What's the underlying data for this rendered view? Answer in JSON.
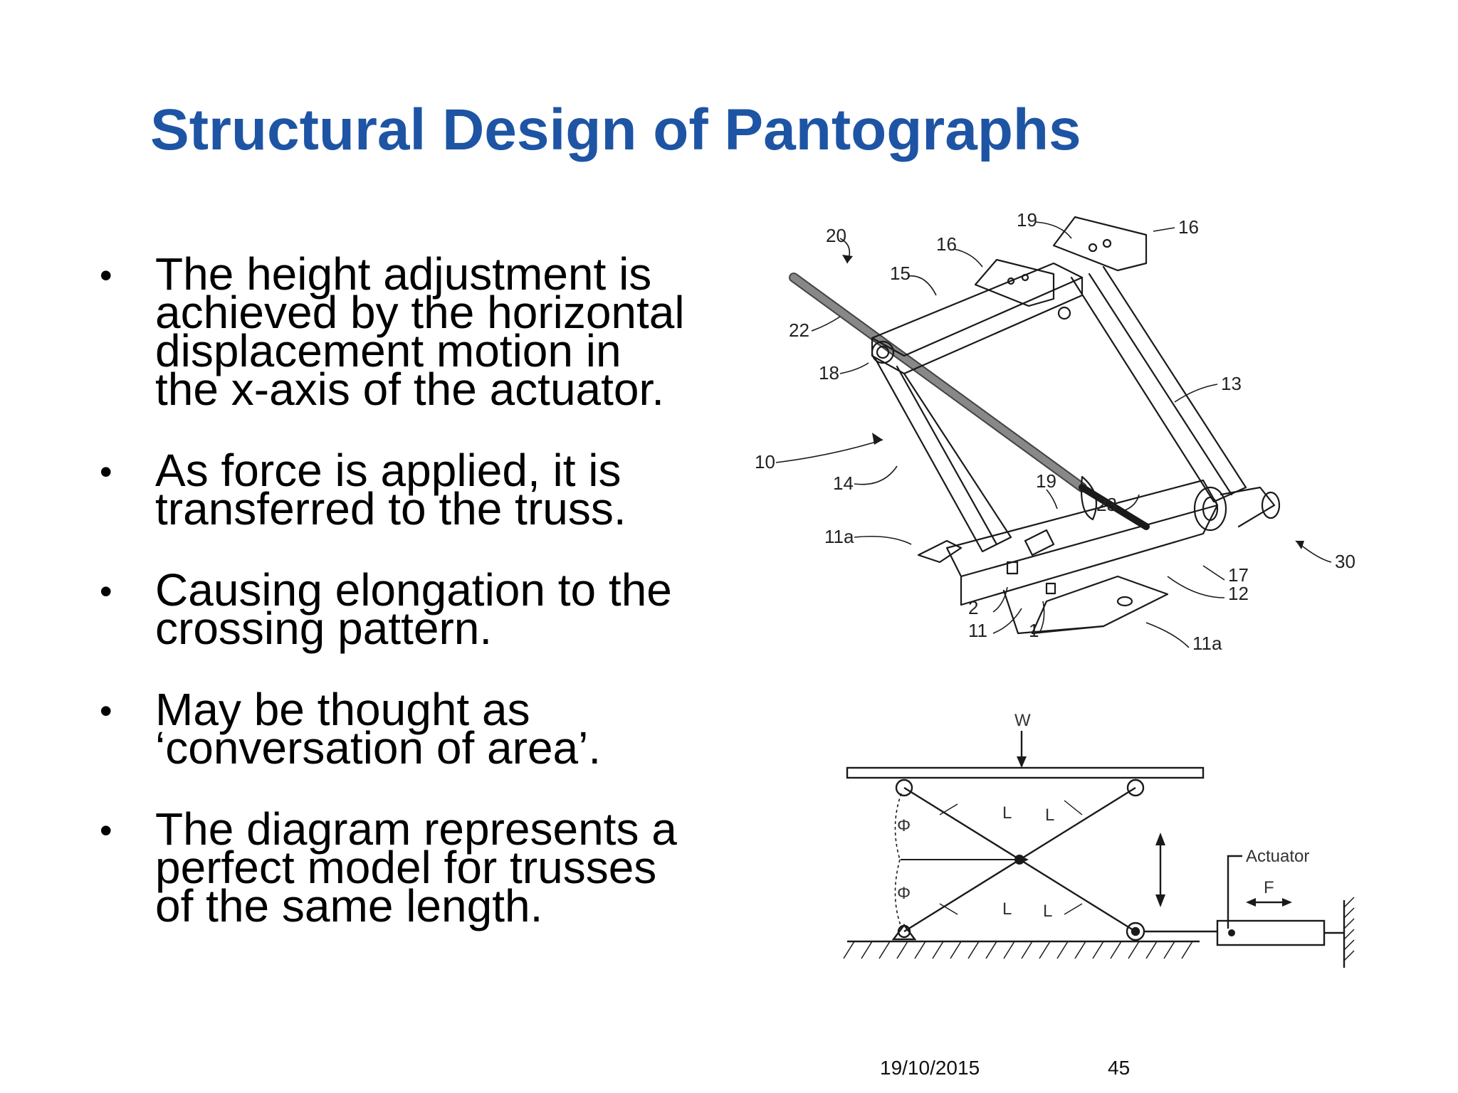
{
  "slide": {
    "title": "Structural Design of Pantographs",
    "bullets": [
      {
        "text": "The height adjustment is achieved by the horizontal displacement motion in the x-axis of the actuator."
      },
      {
        "text": "As force is applied, it is transferred to the truss."
      },
      {
        "text": "Causing elongation to the crossing pattern."
      },
      {
        "text": "May be thought as ‘conversation of area’."
      },
      {
        "text": "The diagram represents a perfect model for trusses of the same length."
      }
    ],
    "bullet_symbol": "•"
  },
  "patent_figure": {
    "labels": [
      "20",
      "16",
      "19",
      "16",
      "15",
      "22",
      "18",
      "13",
      "10",
      "14",
      "19",
      "23",
      "11a",
      "2",
      "11",
      "1",
      "12",
      "17",
      "30",
      "11a"
    ]
  },
  "schematic": {
    "load_label": "W",
    "link_labels": [
      "L",
      "L",
      "L",
      "L"
    ],
    "angle_labels": [
      "Φ",
      "Φ"
    ],
    "actuator_label": "Actuator",
    "force_label": "F"
  },
  "footer": {
    "date": "19/10/2015",
    "page": "45"
  },
  "colors": {
    "title": "#1e54a4",
    "text": "#000000",
    "background": "#ffffff"
  }
}
